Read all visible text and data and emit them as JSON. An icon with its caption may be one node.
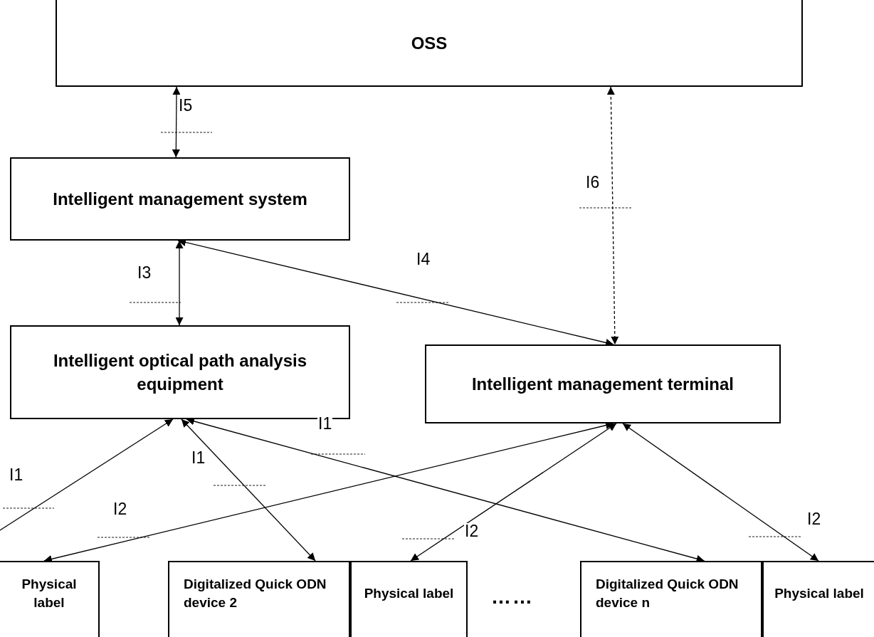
{
  "diagram": {
    "nodes": [
      {
        "text": [
          "OSS"
        ]
      },
      {
        "text": [
          "Intelligent management system"
        ]
      },
      {
        "text": [
          "Intelligent optical path analysis equipment"
        ]
      },
      {
        "text": [
          "Intelligent management terminal"
        ]
      },
      {
        "text": [
          "Physical label"
        ]
      },
      {
        "text": [
          "Digitalized Quick ODN device 2"
        ]
      },
      {
        "text": [
          "Physical label"
        ]
      },
      {
        "text": [
          "Digitalized Quick ODN device n"
        ]
      },
      {
        "text": [
          "Physical label"
        ]
      }
    ],
    "edges": [
      {
        "from": 0,
        "to": 1,
        "arrow": "both",
        "label": "I5"
      },
      {
        "from": 1,
        "to": 2,
        "arrow": "both",
        "label": "I3"
      },
      {
        "from": 1,
        "to": 3,
        "arrow": "both",
        "label": "I4"
      },
      {
        "from": 0,
        "to": 3,
        "arrow": "both",
        "label": "I6",
        "style": "dashed"
      },
      {
        "from": null,
        "to": 2,
        "arrow": "to",
        "label": "I1"
      },
      {
        "from": 2,
        "to": 5,
        "arrow": "both",
        "label": "I1"
      },
      {
        "from": 2,
        "to": 7,
        "arrow": "both",
        "label": "I1"
      },
      {
        "from": 3,
        "to": 4,
        "arrow": "both",
        "label": "I2"
      },
      {
        "from": 3,
        "to": 6,
        "arrow": "both",
        "label": "I2"
      },
      {
        "from": 3,
        "to": 8,
        "arrow": "both",
        "label": "I2"
      }
    ],
    "labels": [
      "……"
    ]
  }
}
